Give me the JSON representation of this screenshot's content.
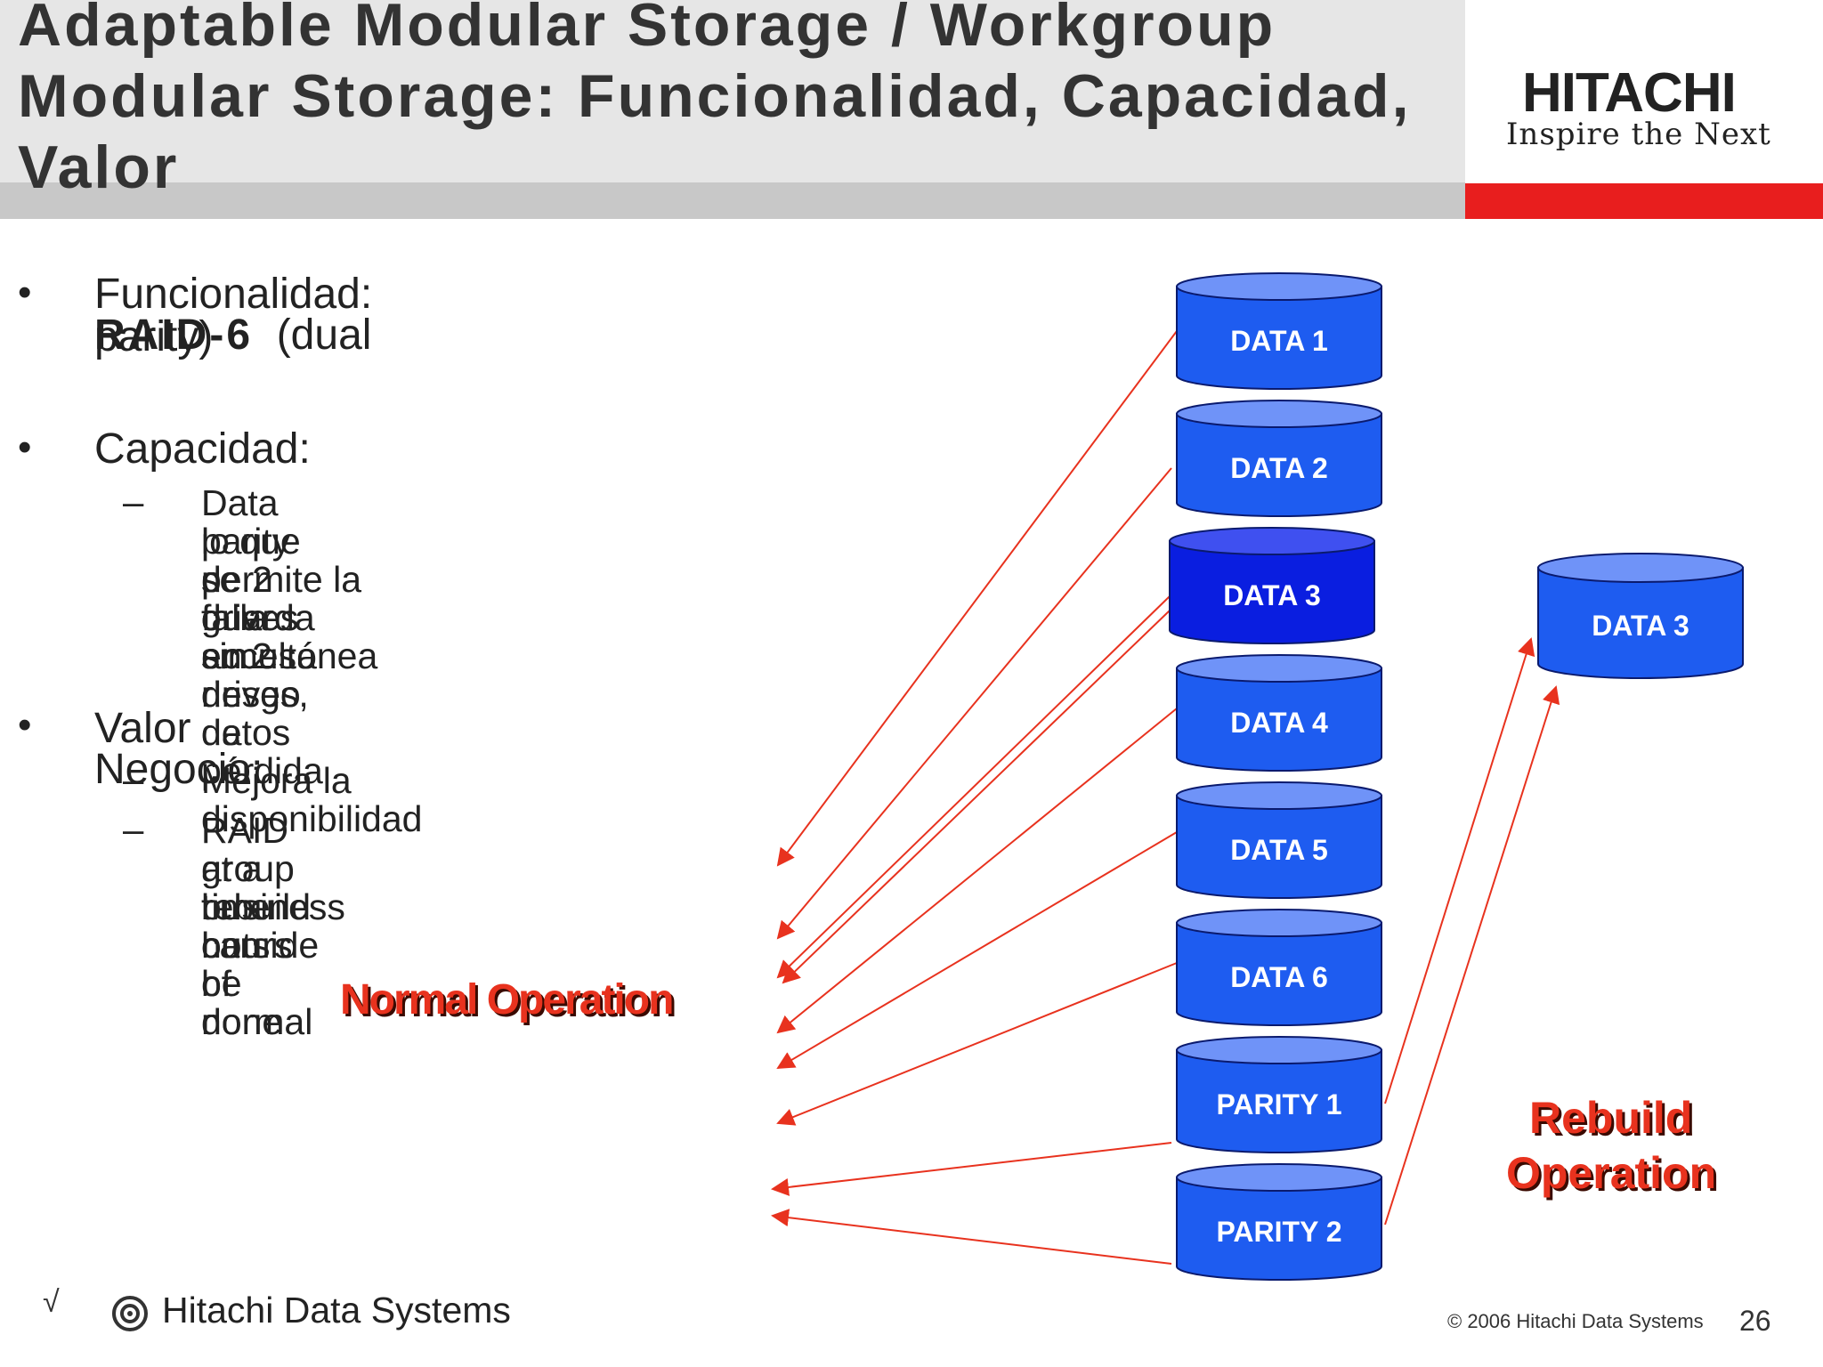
{
  "header": {
    "title": "Adaptable Modular Storage / Workgroup Modular Storage: Funcionalidad, Capacidad, Valor",
    "logo": "HITACHI",
    "tagline": "Inspire the Next"
  },
  "bullets": {
    "b1_prefix": "Funcionalidad:",
    "b1_bold": "RAID-6",
    "b1_suffix": "(dual",
    "b1_line2": "parity)",
    "b2": "Capacidad:",
    "b2_sub1_l1": "Data parity se guarda en 2 drives,",
    "b2_sub1_l2": "lo que permite la falla simultánea",
    "b2_sub1_l3": "de 2 drives sin riesgo de pérdida",
    "b2_sub1_l4": "o acceso de datos",
    "b3": "Valor Negocio:",
    "b3_sub1": "Mejora la disponibilidad",
    "b3_sub2_l1": "RAID group rebuild can be done",
    "b3_sub2_l2": "at a time outside of normal",
    "b3_sub2_l3": "business hours",
    "bullet_glyph": "•",
    "dash_glyph": "–"
  },
  "diagram": {
    "normal_label": "Normal Operation",
    "rebuild_label_l1": "Rebuild",
    "rebuild_label_l2": "Operation",
    "drives": [
      "DATA 1",
      "DATA 2",
      "DATA 3",
      "DATA 4",
      "DATA 5",
      "DATA 6",
      "PARITY 1",
      "PARITY 2"
    ],
    "highlighted_drive": "DATA 3",
    "rebuilt_drive": "DATA 3",
    "colors": {
      "drive_fill": "#1e5cf0",
      "drive_top": "#6f93f8",
      "highlight_fill": "#0a1ee0",
      "highlight_top": "#3f50f0",
      "arrow": "#e8321e"
    }
  },
  "footer": {
    "mark": "√",
    "brand": "Hitachi Data Systems",
    "copyright": "© 2006 Hitachi Data Systems",
    "page": "26"
  }
}
